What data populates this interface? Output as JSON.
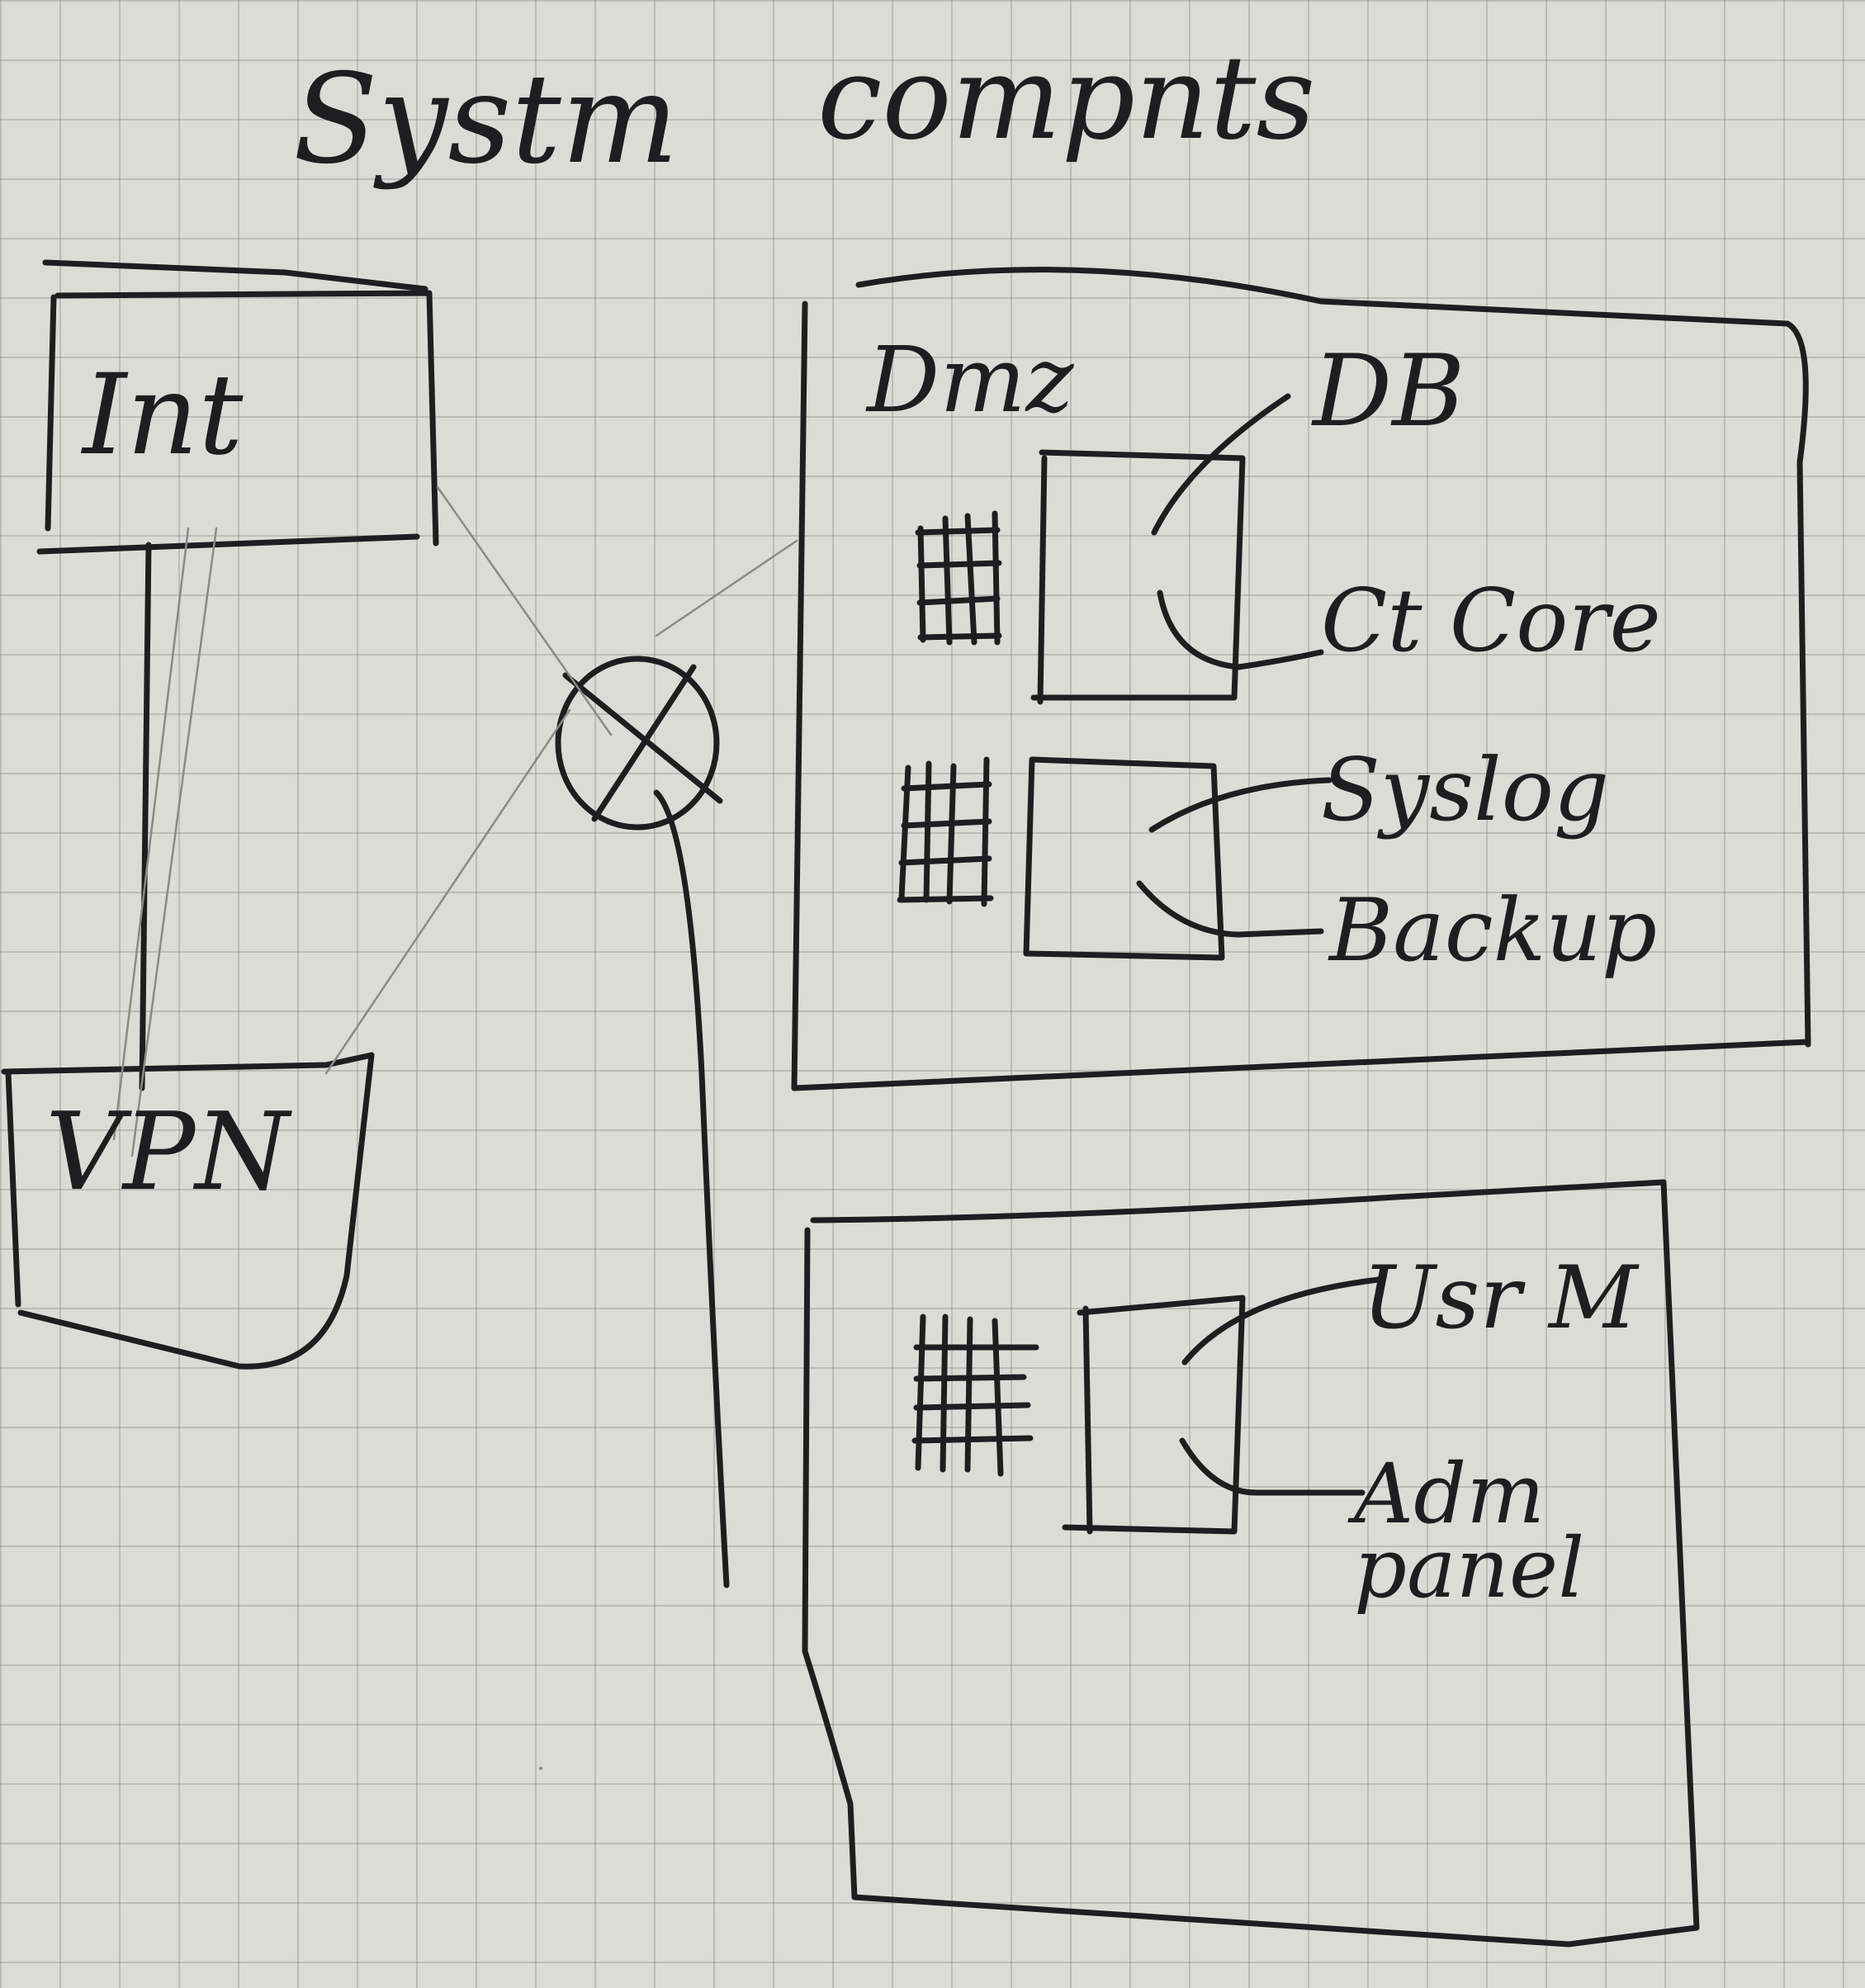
{
  "title": [
    "Systm",
    "compnts"
  ],
  "zones": {
    "internal": "Int",
    "vpn": "VPN",
    "dmz": "Dmz"
  },
  "dmz_components": {
    "db": "DB",
    "ct_core": "Ct Core",
    "syslog": "Syslog",
    "backup": "Backup"
  },
  "user_zone_components": {
    "usr": "Usr M",
    "admin_line1": "Adm",
    "admin_line2": "panel"
  },
  "colors": {
    "ink": "#1e1e22",
    "paper": "#dcdcd6",
    "grid": "#9a9a9a"
  }
}
